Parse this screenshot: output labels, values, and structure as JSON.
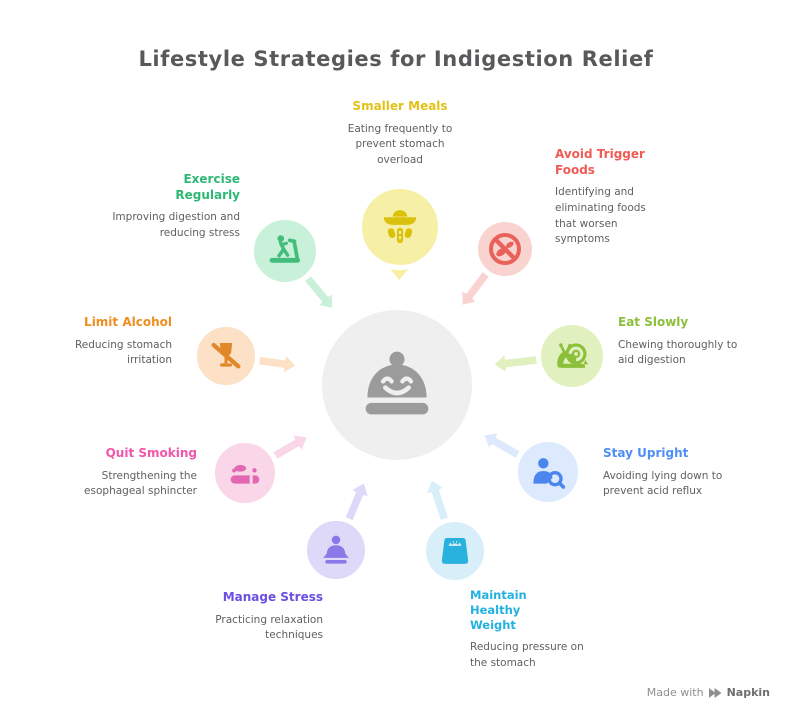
{
  "title": "Lifestyle Strategies for Indigestion Relief",
  "title_color": "#59595b",
  "center": {
    "icon": "cloche-smile-icon",
    "circle_color": "#f0eff0",
    "icon_color": "#9b9b9b"
  },
  "items": [
    {
      "id": "smaller-meals",
      "title": "Smaller Meals",
      "description": "Eating frequently to prevent stomach overload",
      "title_color": "#e3c117",
      "circle_color": "#f6f0a6",
      "icon_color": "#d9c10e",
      "icon": "small-meal-portions-icon"
    },
    {
      "id": "avoid-trigger-foods",
      "title": "Avoid Trigger Foods",
      "description": "Identifying and eliminating foods that worsen symptoms",
      "title_color": "#f05c55",
      "circle_color": "#f8d3d0",
      "icon_color": "#e8625b",
      "icon": "no-food-icon"
    },
    {
      "id": "eat-slowly",
      "title": "Eat Slowly",
      "description": "Chewing thoroughly to aid digestion",
      "title_color": "#8cbf3a",
      "circle_color": "#e0f0be",
      "icon_color": "#8cbf3a",
      "icon": "snail-icon"
    },
    {
      "id": "stay-upright",
      "title": "Stay Upright",
      "description": "Avoiding lying down to prevent acid reflux",
      "title_color": "#4f8ef7",
      "circle_color": "#dde9fc",
      "icon_color": "#4a86ee",
      "icon": "person-magnifier-icon"
    },
    {
      "id": "maintain-healthy-weight",
      "title": "Maintain Healthy Weight",
      "description": "Reducing pressure on the stomach",
      "title_color": "#23b1e0",
      "circle_color": "#d8effa",
      "icon_color": "#29b2dd",
      "icon": "weight-scale-icon"
    },
    {
      "id": "manage-stress",
      "title": "Manage Stress",
      "description": "Practicing relaxation techniques",
      "title_color": "#6a4fe0",
      "circle_color": "#ded9f8",
      "icon_color": "#8a7ae9",
      "icon": "meditation-icon"
    },
    {
      "id": "quit-smoking",
      "title": "Quit Smoking",
      "description": "Strengthening the esophageal sphincter",
      "title_color": "#f156ab",
      "circle_color": "#f9d7e9",
      "icon_color": "#e268b2",
      "icon": "cigarette-icon"
    },
    {
      "id": "limit-alcohol",
      "title": "Limit Alcohol",
      "description": "Reducing stomach irritation",
      "title_color": "#ef8d1f",
      "circle_color": "#fce1c6",
      "icon_color": "#e0882a",
      "icon": "no-alcohol-icon"
    },
    {
      "id": "exercise-regularly",
      "title": "Exercise Regularly",
      "description": "Improving digestion and reducing stress",
      "title_color": "#2eb874",
      "circle_color": "#c9f1d9",
      "icon_color": "#42bd7c",
      "icon": "treadmill-icon"
    }
  ],
  "watermark": {
    "prefix": "Made with",
    "brand": "Napkin"
  }
}
